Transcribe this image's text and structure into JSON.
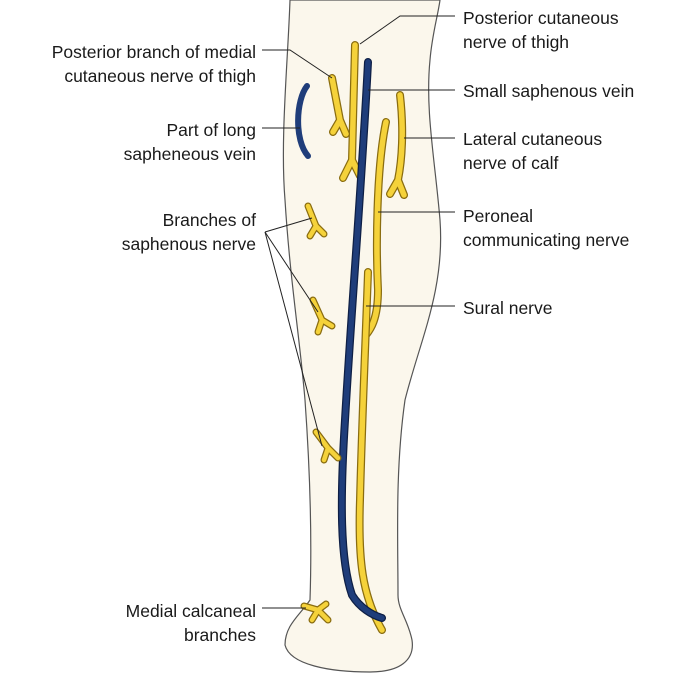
{
  "labels": {
    "posterior_cutaneous_thigh": "Posterior cutaneous\nnerve of thigh",
    "posterior_branch_medial": "Posterior branch of medial\ncutaneous nerve of thigh",
    "small_saphenous_vein": "Small saphenous vein",
    "long_saphenous_vein": "Part of long\nsapheneous vein",
    "lateral_cutaneous_calf": "Lateral cutaneous\nnerve of calf",
    "branches_saphenous": "Branches of\nsaphenous nerve",
    "peroneal_communicating": "Peroneal\ncommunicating nerve",
    "sural_nerve": "Sural nerve",
    "medial_calcaneal": "Medial calcaneal\nbranches"
  },
  "colors": {
    "skin": "#fbf7ec",
    "outline": "#555555",
    "nerve": "#f5d23a",
    "nerve_edge": "#8a6d10",
    "vein": "#1f3d7a",
    "vein_edge": "#0e1f45",
    "leader": "#222222"
  }
}
